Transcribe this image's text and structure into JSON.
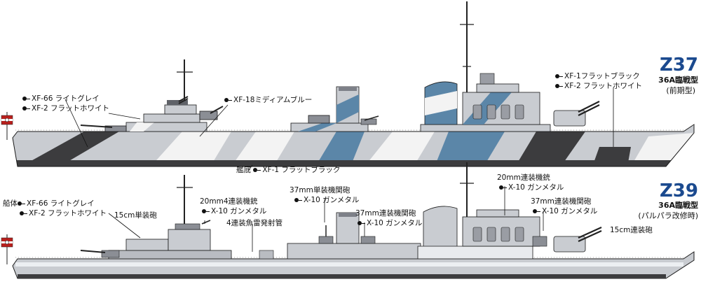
{
  "ships": [
    {
      "id": "Z37",
      "type": "36A臨戦型",
      "variant": "(前期型)",
      "colors": {
        "light_grey": "#c9ccd1",
        "white": "#f3f3f3",
        "blue": "#5b86a8",
        "black": "#3c3c3e",
        "deck": "#d8d8d8",
        "outline": "#1a1a1a",
        "id_color": "#1b4a8f"
      },
      "labels": {
        "hull_a": "XF-66 ライトグレイ",
        "hull_b": "XF-2 フラットホワイト",
        "blue": "XF-18ミディアムブルー",
        "stern_a": "XF-1フラットブラック",
        "stern_b": "XF-2 フラットホワイト",
        "bottom_prefix": "艦底",
        "bottom": "XF-1 フラットブラック"
      }
    },
    {
      "id": "Z39",
      "type": "36A臨戦型",
      "variant": "(パルパラ改修時)",
      "labels": {
        "hull_prefix": "船体",
        "hull_a": "XF-66 ライトグレイ",
        "hull_b": "XF-2 フラットホワイト",
        "gun15_single": "15cm単装砲",
        "aa20_quad": "20mm4連装機銃",
        "aa20_quad_color": "X-10 ガンメタル",
        "torpedo": "4連装魚雷発射管",
        "aa37_single": "37mm単装機関砲",
        "aa37_single_color": "X-10 ガンメタル",
        "aa37_twin": "37mm連装機関砲",
        "aa37_twin_color": "X-10 ガンメタル",
        "aa20_twin": "20mm連装機銃",
        "aa20_twin_color": "X-10 ガンメタル",
        "aa37_twin_aft": "37mm連装機関砲",
        "aa37_twin_aft_color": "X-10 ガンメタル",
        "gun15_twin": "15cm連装砲"
      }
    }
  ]
}
